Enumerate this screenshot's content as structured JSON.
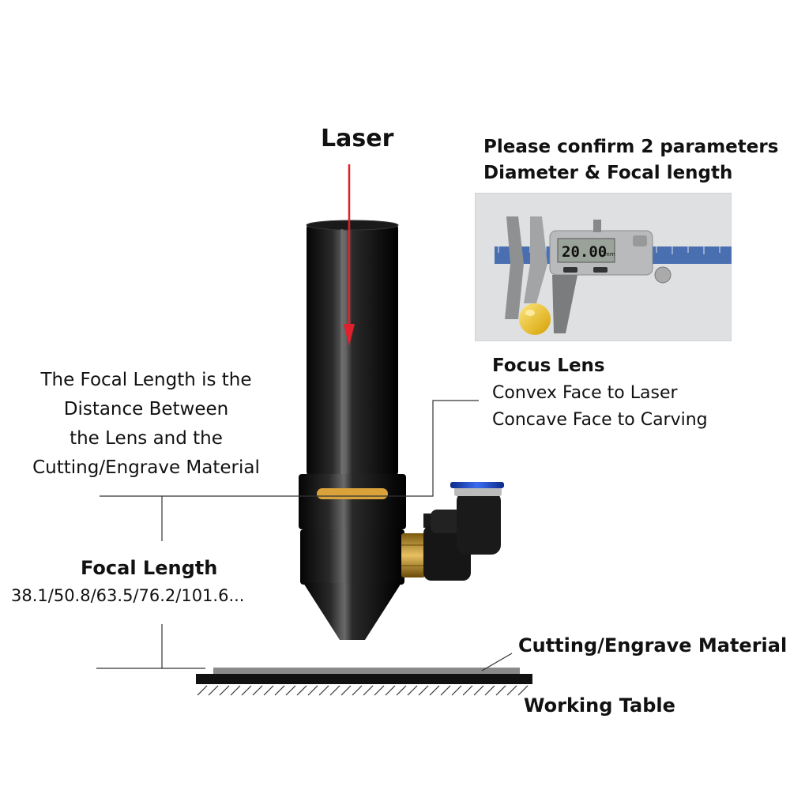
{
  "laser_label": "Laser",
  "parameters_note": {
    "line1": "Please confirm 2 parameters",
    "line2": "Diameter & Focal length"
  },
  "focal_length_explanation": {
    "line1": "The Focal Length is the",
    "line2": "Distance Between",
    "line3": "the Lens and the",
    "line4": "Cutting/Engrave Material"
  },
  "focus_lens": {
    "title": "Focus Lens",
    "line1": "Convex Face to Laser",
    "line2": "Concave Face to Carving"
  },
  "focal_length": {
    "title": "Focal Length",
    "values": "38.1/50.8/63.5/76.2/101.6..."
  },
  "material_label": "Cutting/Engrave Material",
  "table_label": "Working Table",
  "caliper_display": "20.00",
  "caliper_unit": "mm",
  "colors": {
    "laser_arrow": "#e0202a",
    "lens_slot": "#d9a23a",
    "fitting_blue": "#1f4fd1",
    "brass": "#c8a040",
    "head_body": "#141414"
  }
}
